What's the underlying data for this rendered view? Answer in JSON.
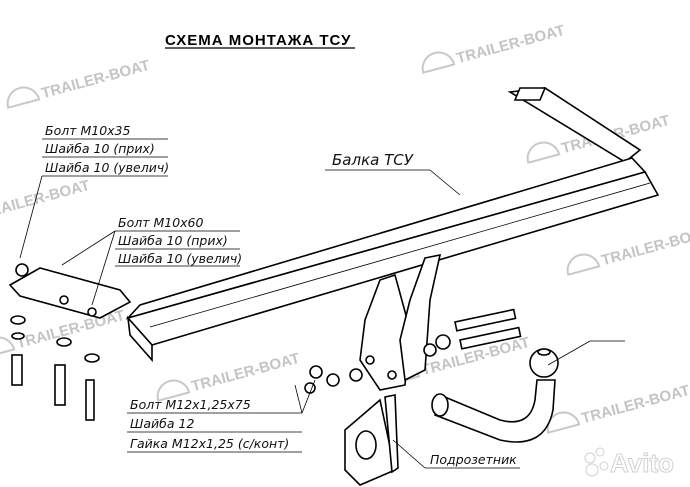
{
  "title": "СХЕМА  МОНТАЖА  ТСУ",
  "labels": {
    "group_left": [
      "Болт М10х35",
      "Шайба 10 (прих)",
      "Шайба 10 (увелич)"
    ],
    "group_mid": [
      "Болт М10х60",
      "Шайба 10 (прих)",
      "Шайба 10 (увелич)"
    ],
    "beam": "Балка ТСУ",
    "group_bottom": [
      "Болт М12х1,25х75",
      "Шайба 12",
      "Гайка М12х1,25 (с/конт)"
    ],
    "socket_plate": "Подрозетник"
  },
  "watermark": "TRAILER-BOAT",
  "avito_logo": "Avito"
}
